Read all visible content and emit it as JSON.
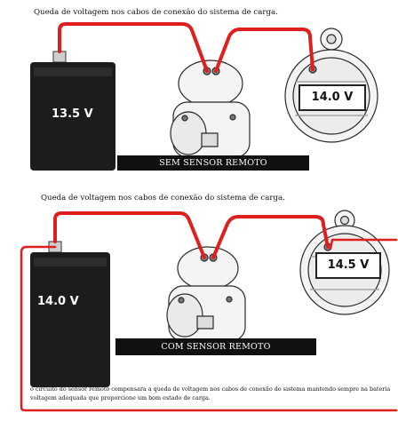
{
  "top_diagram": {
    "caption": "Queda de voltagem nos cabos de conexão do sistema de carga.",
    "battery_voltage": "13.5 V",
    "alternator_voltage": "14.0 V",
    "label": "SEM SENSOR REMOTO"
  },
  "bottom_diagram": {
    "caption": "Queda de voltagem nos cabos de conexão do sistema de carga.",
    "battery_voltage": "14.0 V",
    "alternator_voltage": "14.5 V",
    "label": "COM SENSOR REMOTO"
  },
  "footnote": "o circuito do sensor remoto compensara a queda de voltagem nos cabos de conexão do sistema mantendo sempre na bateria voltagem adequada que proporcione um bom estado de carga.",
  "colors": {
    "wire": "#e01e1e",
    "battery": "#1c1c1c",
    "component_fill": "#f4f4f4",
    "component_stroke": "#2a2a2a",
    "label_bar": "#101010"
  }
}
